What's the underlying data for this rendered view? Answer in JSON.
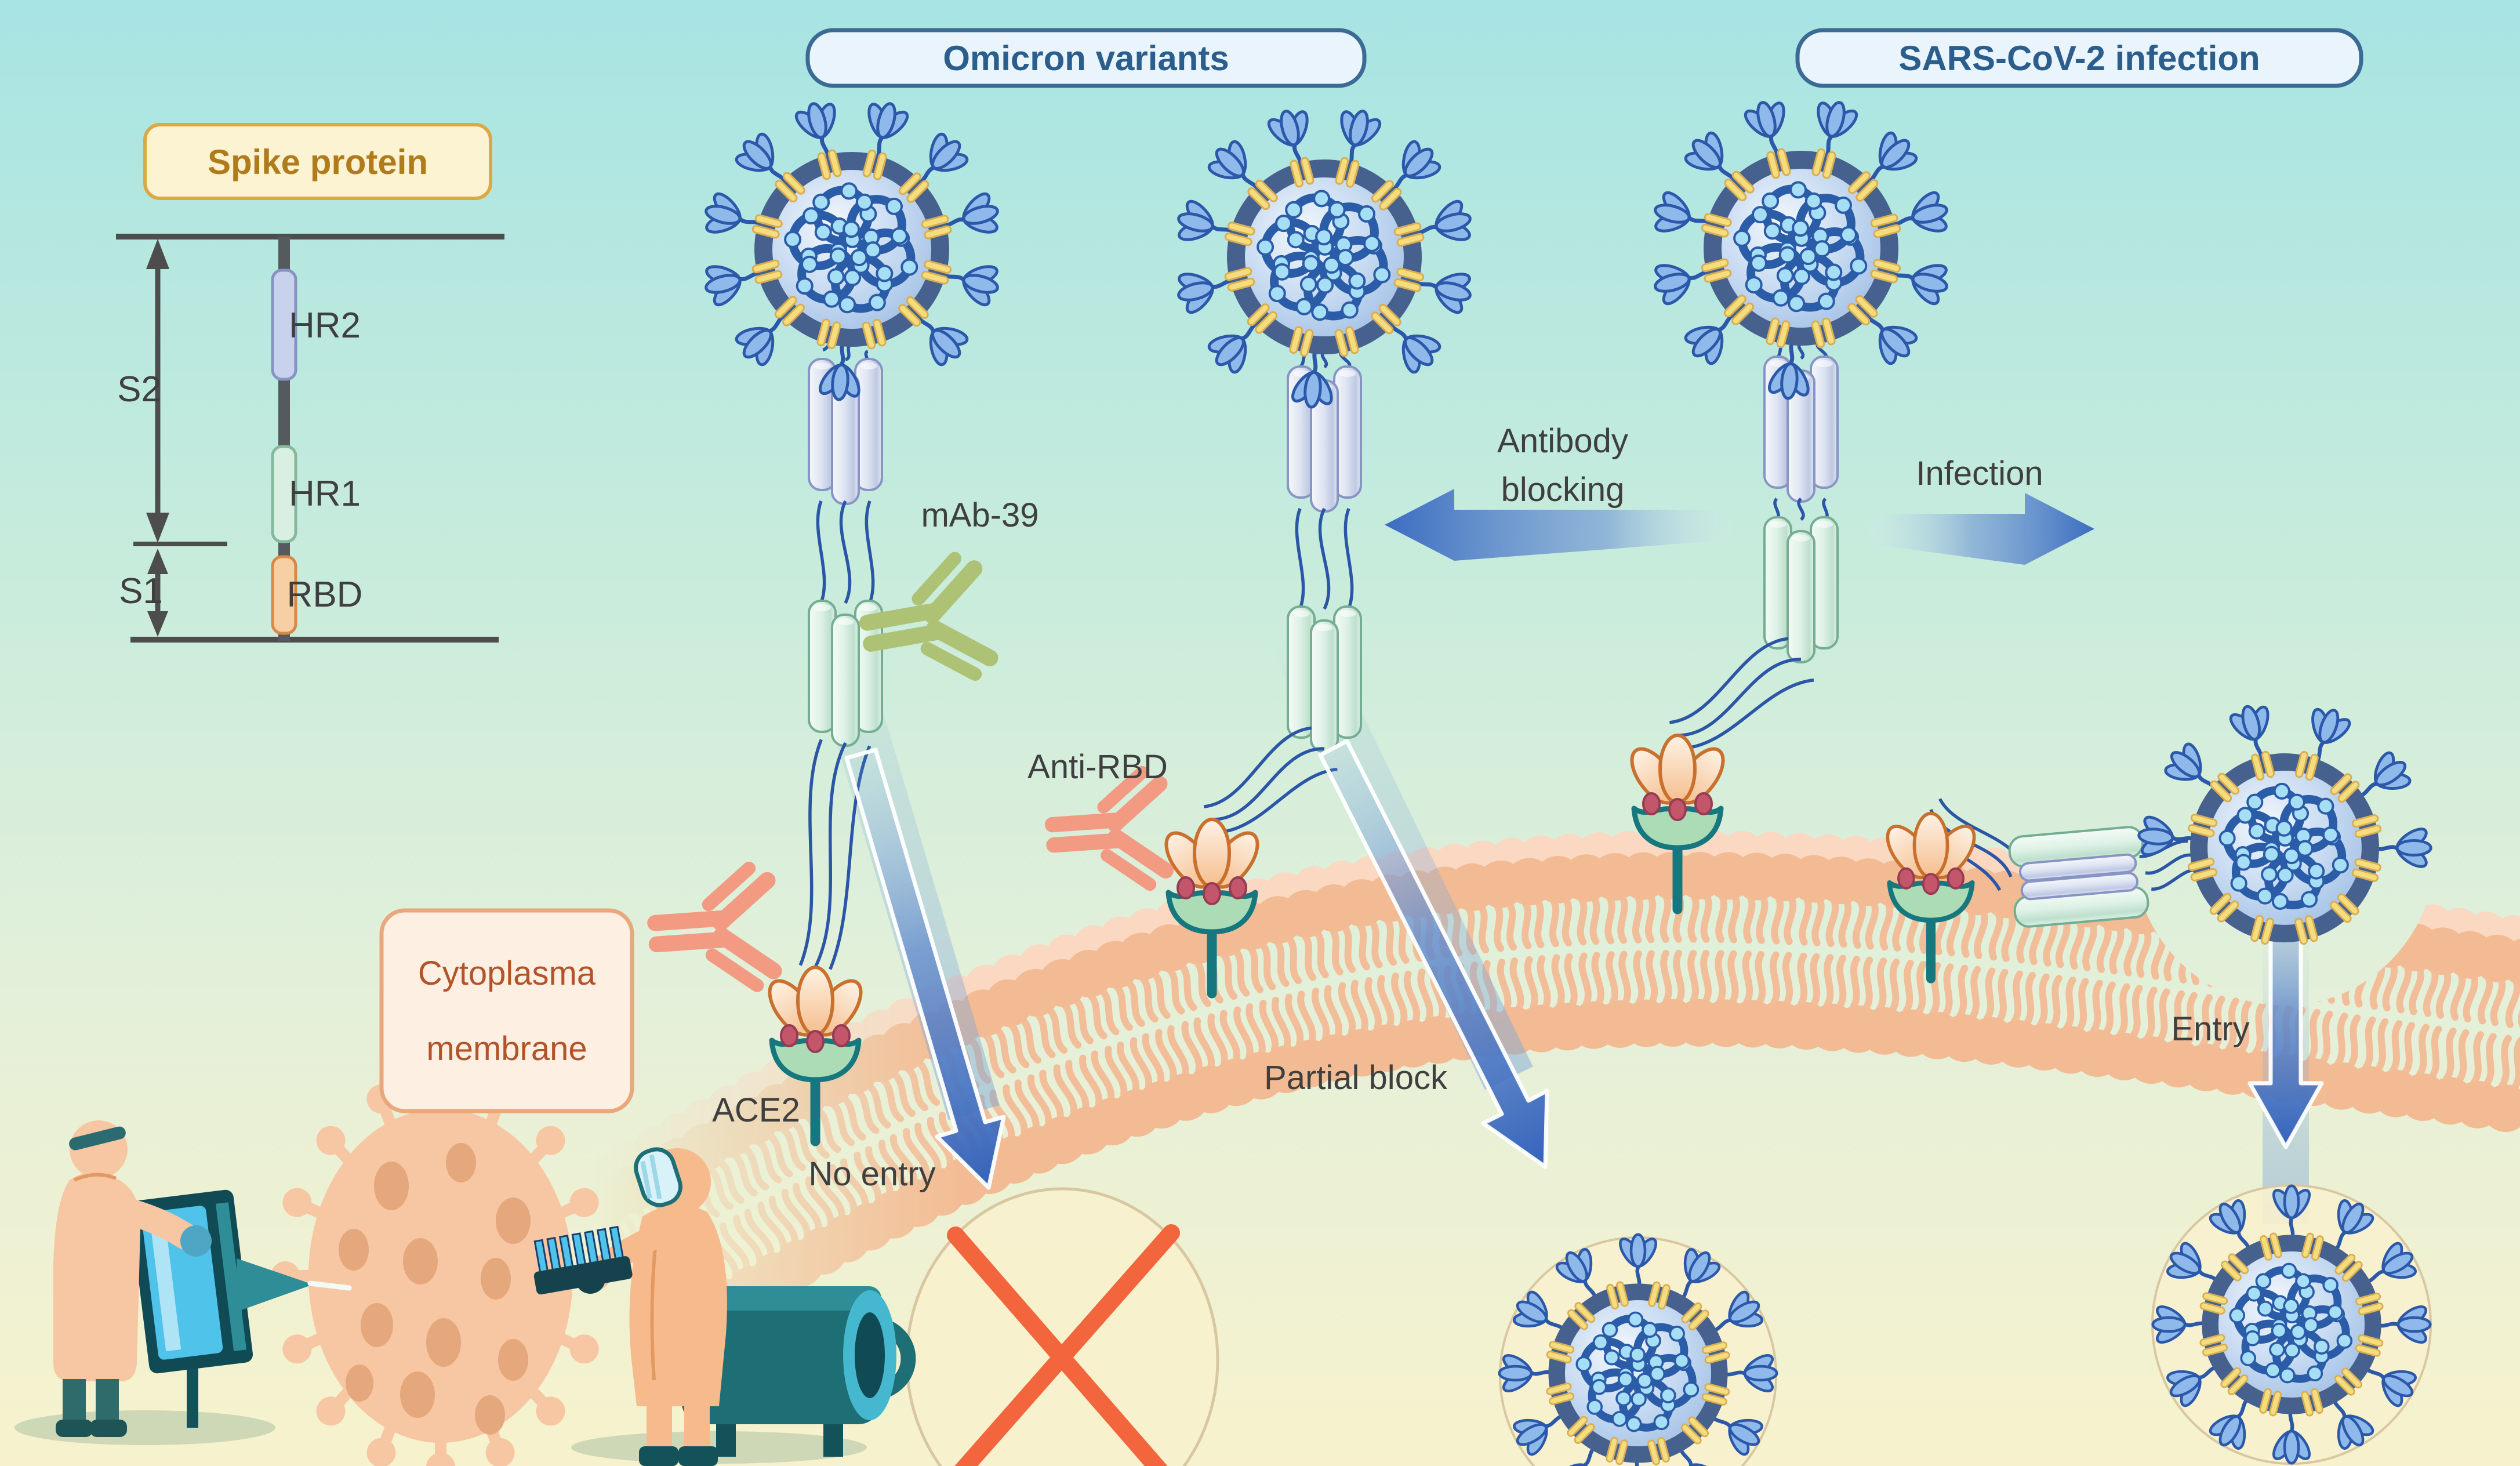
{
  "figure": {
    "headers": {
      "omicron": "Omicron variants",
      "sars": "SARS-CoV-2 infection"
    },
    "boxes": {
      "spike_protein": "Spike protein",
      "cytoplasma": [
        "Cytoplasma",
        "membrane"
      ]
    },
    "domain": {
      "s2": "S2",
      "s1": "S1",
      "hr2": "HR2",
      "hr1": "HR1",
      "rbd": "RBD"
    },
    "labels": {
      "mab39": "mAb-39",
      "ab_block": [
        "Antibody",
        "blocking"
      ],
      "infection": "Infection",
      "anti_rbd": "Anti-RBD",
      "ace2": "ACE2",
      "no_entry": "No entry",
      "partial_block": "Partial block",
      "entry": "Entry"
    },
    "icons": [
      "virus-particle",
      "viral-rna-icon",
      "spike-glycoprotein-icon",
      "antibody-y-icon",
      "ace2-receptor",
      "cell-membrane",
      "hr2-helix-bundle",
      "hr1-helix-bundle",
      "blocked-cross-icon",
      "arrow-icon",
      "scientist-figure",
      "lab-machine",
      "test-tube-rack"
    ],
    "colors": {
      "bg_top": "#A7E4E3",
      "bg_mid": "#C9ECDC",
      "bg_bottom": "#F7F2CD",
      "header_fill": "#E9F4FC",
      "header_edge": "#3B6B94",
      "header_text": "#2B5E8C",
      "spike_box_fill": "#FCF3D3",
      "spike_box_edge": "#DCA844",
      "spike_box_text": "#B07C1B",
      "cyto_box_fill": "#FDEFE2",
      "cyto_box_edge": "#E8A87C",
      "cyto_box_text": "#B25329",
      "label_ink": "#3F3F3F",
      "diagram_line": "#4D4D4D",
      "virus_ring": "#46618E",
      "virus_body": "#9FBEE4",
      "virus_body_light": "#F2F7FC",
      "spike_blue": "#8FB9EB",
      "spike_outline": "#2B58A9",
      "anchor_yellow": "#F5DC7D",
      "anchor_edge": "#D9AE53",
      "rna": "#2B5CA8",
      "bead": "#A6DEF5",
      "cyl_gray_edge": "#8894C4",
      "cyl_green_edge": "#74AD91",
      "stem": "#2B55A6",
      "mem_head": "#F3BB93",
      "mem_pale": "#FAD8C2",
      "mem_tail": "#F2BE9A",
      "ace2": "#16787E",
      "cup": "#ABDCB6",
      "petal_edge": "#C9702E",
      "petal_light": "#FDF2E4",
      "petal_deep": "#F5BE8E",
      "dot": "#C4566C",
      "dot_edge": "#943C54",
      "ab_green": "#AEC276",
      "ab_pink": "#F29B82",
      "arrow_blue": "#3B6CC0",
      "beam_blue": "#7BA7D9",
      "x_red": "#F2653D",
      "halo_fill": "#F8F1CE",
      "halo_edge": "#D8C7A0",
      "cartoon_virus": "#F7C6A2",
      "cartoon_spot": "#E5A87C",
      "suit": "#F7C6A2",
      "suit2": "#F6BA8D",
      "teal": "#1E6F75",
      "teal_dark": "#14525A",
      "teal_mid": "#2E8D96",
      "screen_blue": "#4FC3EA",
      "glove": "#16424E",
      "shadow": "#9DB89B"
    }
  }
}
